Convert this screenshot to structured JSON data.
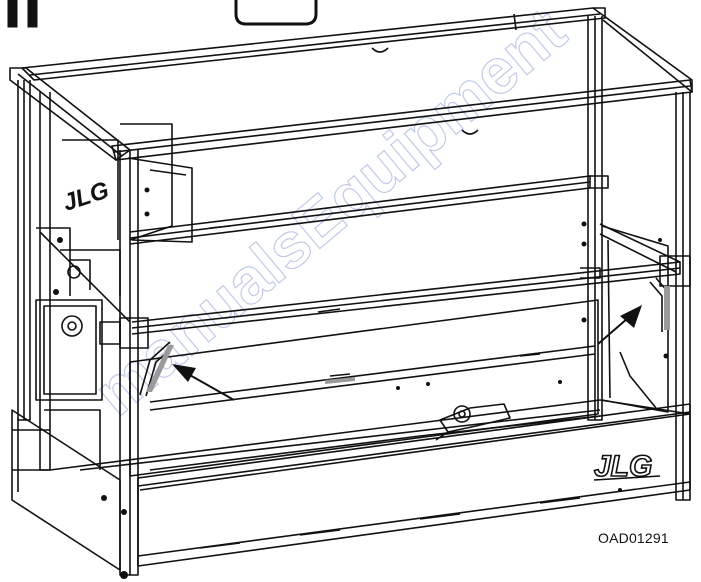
{
  "figure": {
    "code": "OAD01291",
    "brand_mark_front": "JLG",
    "brand_mark_side": "JLG",
    "watermark_text": "manualsEquipment"
  },
  "colors": {
    "line": "#111111",
    "fill": "#ffffff",
    "shade": "#9a9a9a",
    "watermark": "#8fa0d6"
  }
}
